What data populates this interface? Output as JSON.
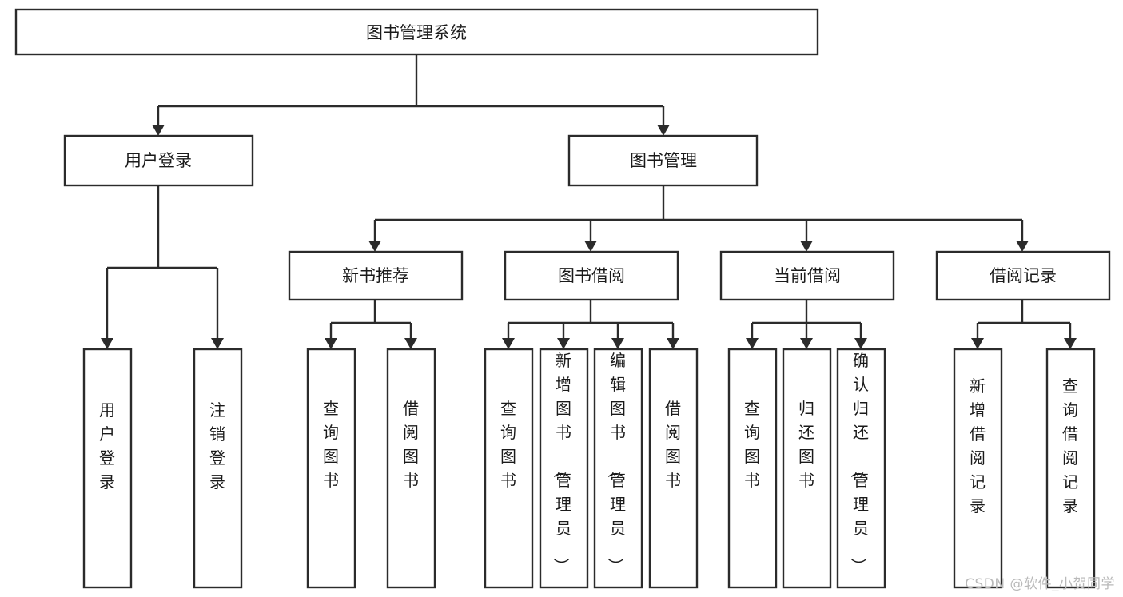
{
  "diagram": {
    "type": "tree",
    "title": "图书管理系统",
    "orientation": "top-down",
    "theme": {
      "box_fill": "#ffffff",
      "box_stroke": "#2b2b2b",
      "line_color": "#2b2b2b",
      "text_color": "#1a1a1a",
      "background": "#ffffff",
      "watermark_color": "#b9b9b9"
    },
    "root": {
      "label": "图书管理系统"
    },
    "level1": [
      {
        "label": "用户登录"
      },
      {
        "label": "图书管理"
      }
    ],
    "level2": [
      {
        "label": "新书推荐"
      },
      {
        "label": "图书借阅"
      },
      {
        "label": "当前借阅"
      },
      {
        "label": "借阅记录"
      }
    ],
    "leaves": {
      "user_login": [
        {
          "label": "用户登录"
        },
        {
          "label": "注销登录"
        }
      ],
      "new_book_recommend": [
        {
          "label": "查询图书"
        },
        {
          "label": "借阅图书"
        }
      ],
      "book_borrow": [
        {
          "label": "查询图书"
        },
        {
          "label": "新增图书（管理员）"
        },
        {
          "label": "编辑图书（管理员）"
        },
        {
          "label": "借阅图书"
        }
      ],
      "current_borrow": [
        {
          "label": "查询图书"
        },
        {
          "label": "归还图书"
        },
        {
          "label": "确认归还（管理员）"
        }
      ],
      "borrow_record": [
        {
          "label": "新增借阅记录"
        },
        {
          "label": "查询借阅记录"
        }
      ]
    }
  },
  "watermark": {
    "text": "CSDN @软件_小贺同学"
  }
}
